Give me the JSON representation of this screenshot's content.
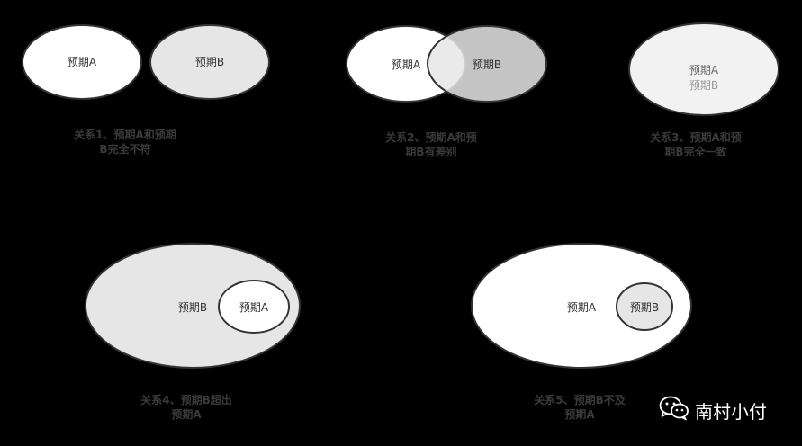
{
  "labels": {
    "a": "预期A",
    "b": "预期B"
  },
  "captions": {
    "r1": [
      "关系1、预期A和预期",
      "B完全不符"
    ],
    "r2": [
      "关系2、预期A和预",
      "期B有差别"
    ],
    "r3": [
      "关系3、预期A和预",
      "期B完全一致"
    ],
    "r4": [
      "关系4、预期B超出",
      "预期A"
    ],
    "r5": [
      "关系5、预期B不及",
      "预期A"
    ]
  },
  "watermark": {
    "text": "南村小付",
    "icon": "wechat-icon"
  },
  "colors": {
    "background": "#000000",
    "fill_white": "#ffffff",
    "fill_gray": "#e6e6e6",
    "fill_light": "#f2f2f2",
    "stroke": "#333333",
    "caption": "#3a3a3a",
    "faded_text": "#999999"
  }
}
